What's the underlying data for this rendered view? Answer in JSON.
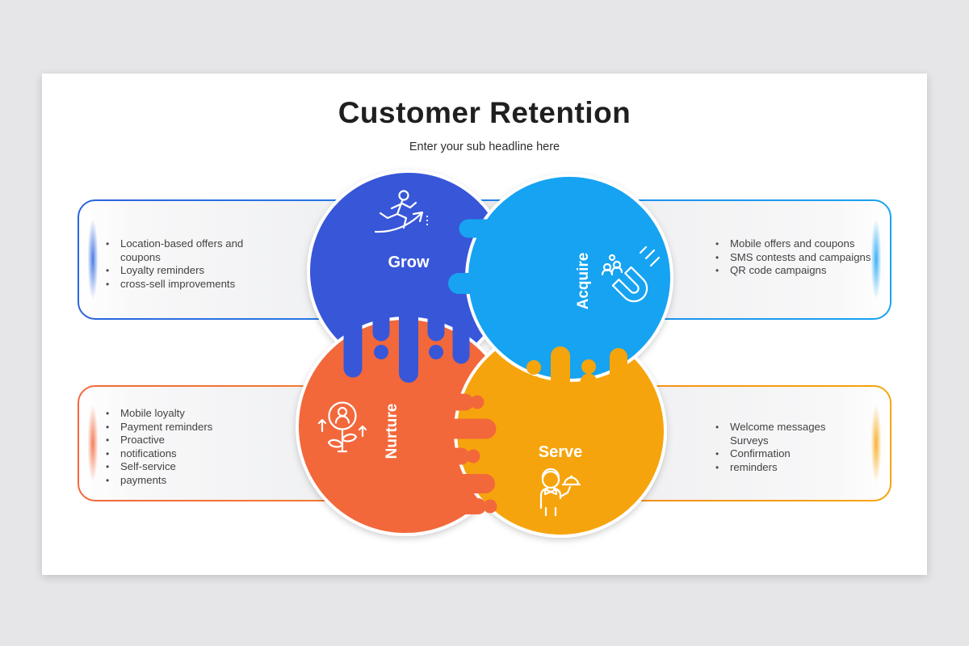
{
  "slide": {
    "title": "Customer Retention",
    "subtitle": "Enter your sub headline here"
  },
  "diagram": {
    "circles": [
      {
        "label": "Grow",
        "color": "#3757d8",
        "icon": "runner-growth-arrow-icon"
      },
      {
        "label": "Acquire",
        "color": "#17a3f1",
        "icon": "magnet-attract-icon"
      },
      {
        "label": "Nurture",
        "color": "#f2683b",
        "icon": "person-plant-icon"
      },
      {
        "label": "Serve",
        "color": "#f6a40b",
        "icon": "waiter-tray-icon"
      }
    ]
  },
  "panels": [
    {
      "position": "top-left",
      "accent": "#2b64de",
      "items": [
        {
          "bullet": true,
          "text": "Location-based offers and coupons"
        },
        {
          "bullet": true,
          "text": "Loyalty reminders"
        },
        {
          "bullet": true,
          "text": "cross-sell improvements"
        }
      ]
    },
    {
      "position": "top-right",
      "accent": "#18a3f1",
      "items": [
        {
          "bullet": true,
          "text": "Mobile offers and coupons"
        },
        {
          "bullet": true,
          "text": "SMS contests and campaigns"
        },
        {
          "bullet": true,
          "text": "QR code campaigns"
        }
      ]
    },
    {
      "position": "bottom-left",
      "accent": "#f2683b",
      "items": [
        {
          "bullet": true,
          "text": "Mobile loyalty"
        },
        {
          "bullet": true,
          "text": "Payment reminders"
        },
        {
          "bullet": true,
          "text": "Proactive"
        },
        {
          "bullet": true,
          "text": "notifications"
        },
        {
          "bullet": true,
          "text": "Self-service"
        },
        {
          "bullet": true,
          "text": "payments"
        }
      ]
    },
    {
      "position": "bottom-right",
      "accent": "#f6a40c",
      "items": [
        {
          "bullet": true,
          "text": "Welcome messages"
        },
        {
          "bullet": false,
          "text": "Surveys"
        },
        {
          "bullet": true,
          "text": "Confirmation"
        },
        {
          "bullet": true,
          "text": "reminders"
        }
      ]
    }
  ],
  "colors": {
    "page_background": "#e6e5e7",
    "slide_background": "#ffffff",
    "band_fill": "#eaeaec",
    "title_text": "#1f1f1f",
    "body_text": "#424242"
  }
}
